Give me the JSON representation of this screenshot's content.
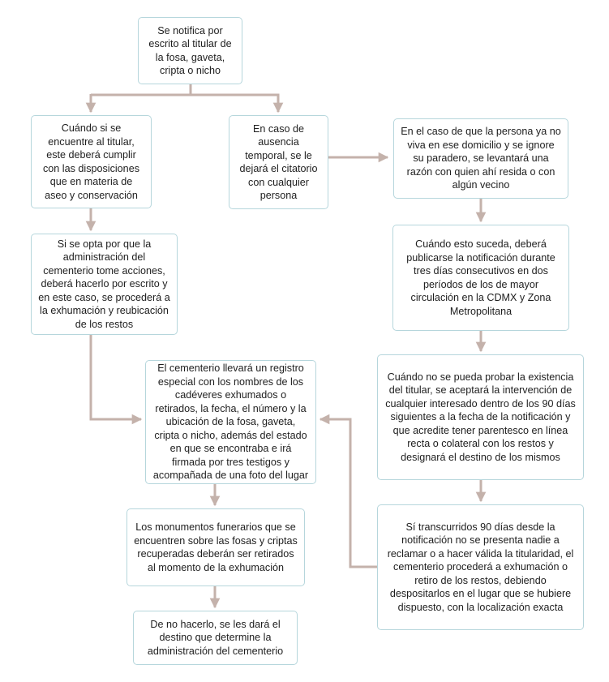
{
  "colors": {
    "node_border": "#b6d6dc",
    "connector": "#c4b2ab",
    "text": "#1e1e1e"
  },
  "nodes": {
    "notify_owner": "Se notifica por escrito al titular de la fosa, gaveta, cripta o nicho",
    "owner_found": "Cuándo si se encuentre al titular, este deberá cumplir con las disposiciones que en materia de aseo y conservación",
    "temporary_absence": "En caso de ausencia temporal, se le dejará el citatorio con cualquier persona",
    "person_not_living": "En el caso de que la persona ya no viva en ese domicilio y se ignore su paradero, se levantará una razón con quien ahí resida o con algún vecino",
    "admin_action": "Si se opta por que la administración del cementerio tome acciones, deberá hacerlo por escrito y en este caso, se procederá a la exhumación y reubicación de los restos",
    "publish_notice": "Cuándo esto suceda, deberá publicarse la notificación durante tres días consecutivos en dos períodos de los de mayor circulación en la CDMX y Zona Metropolitana",
    "special_registry": "El cementerio llevará un registro especial con los nombres de los cadéveres exhumados o retirados, la fecha, el número y la ubicación de la fosa, gaveta, cripta o nicho, además del estado en que se encontraba e irá firmada por tres testigos y acompañada de una foto del lugar",
    "no_proof_owner": "Cuándo no se pueda probar la existencia del titular, se aceptará la intervención de cualquier interesado dentro de los 90 días siguientes a la fecha de la notificación y que acredite tener parentesco en línea recta o colateral con los restos y designará el destino de los mismos",
    "monuments_removed": "Los monumentos funerarios que se encuentren sobre las fosas y criptas recuperadas deberán ser retirados al momento de la exhumación",
    "after_90_days": "Sí transcurridos 90 días desde la notificación no se presenta nadie a reclamar o a hacer válida la titularidad, el cementerio procederá a exhumación o retiro de los restos, debiendo despositarlos en el lugar que se hubiere dispuesto, con la localización exacta",
    "otherwise_destination": "De no hacerlo, se les dará el destino que determine la administración del cementerio"
  }
}
